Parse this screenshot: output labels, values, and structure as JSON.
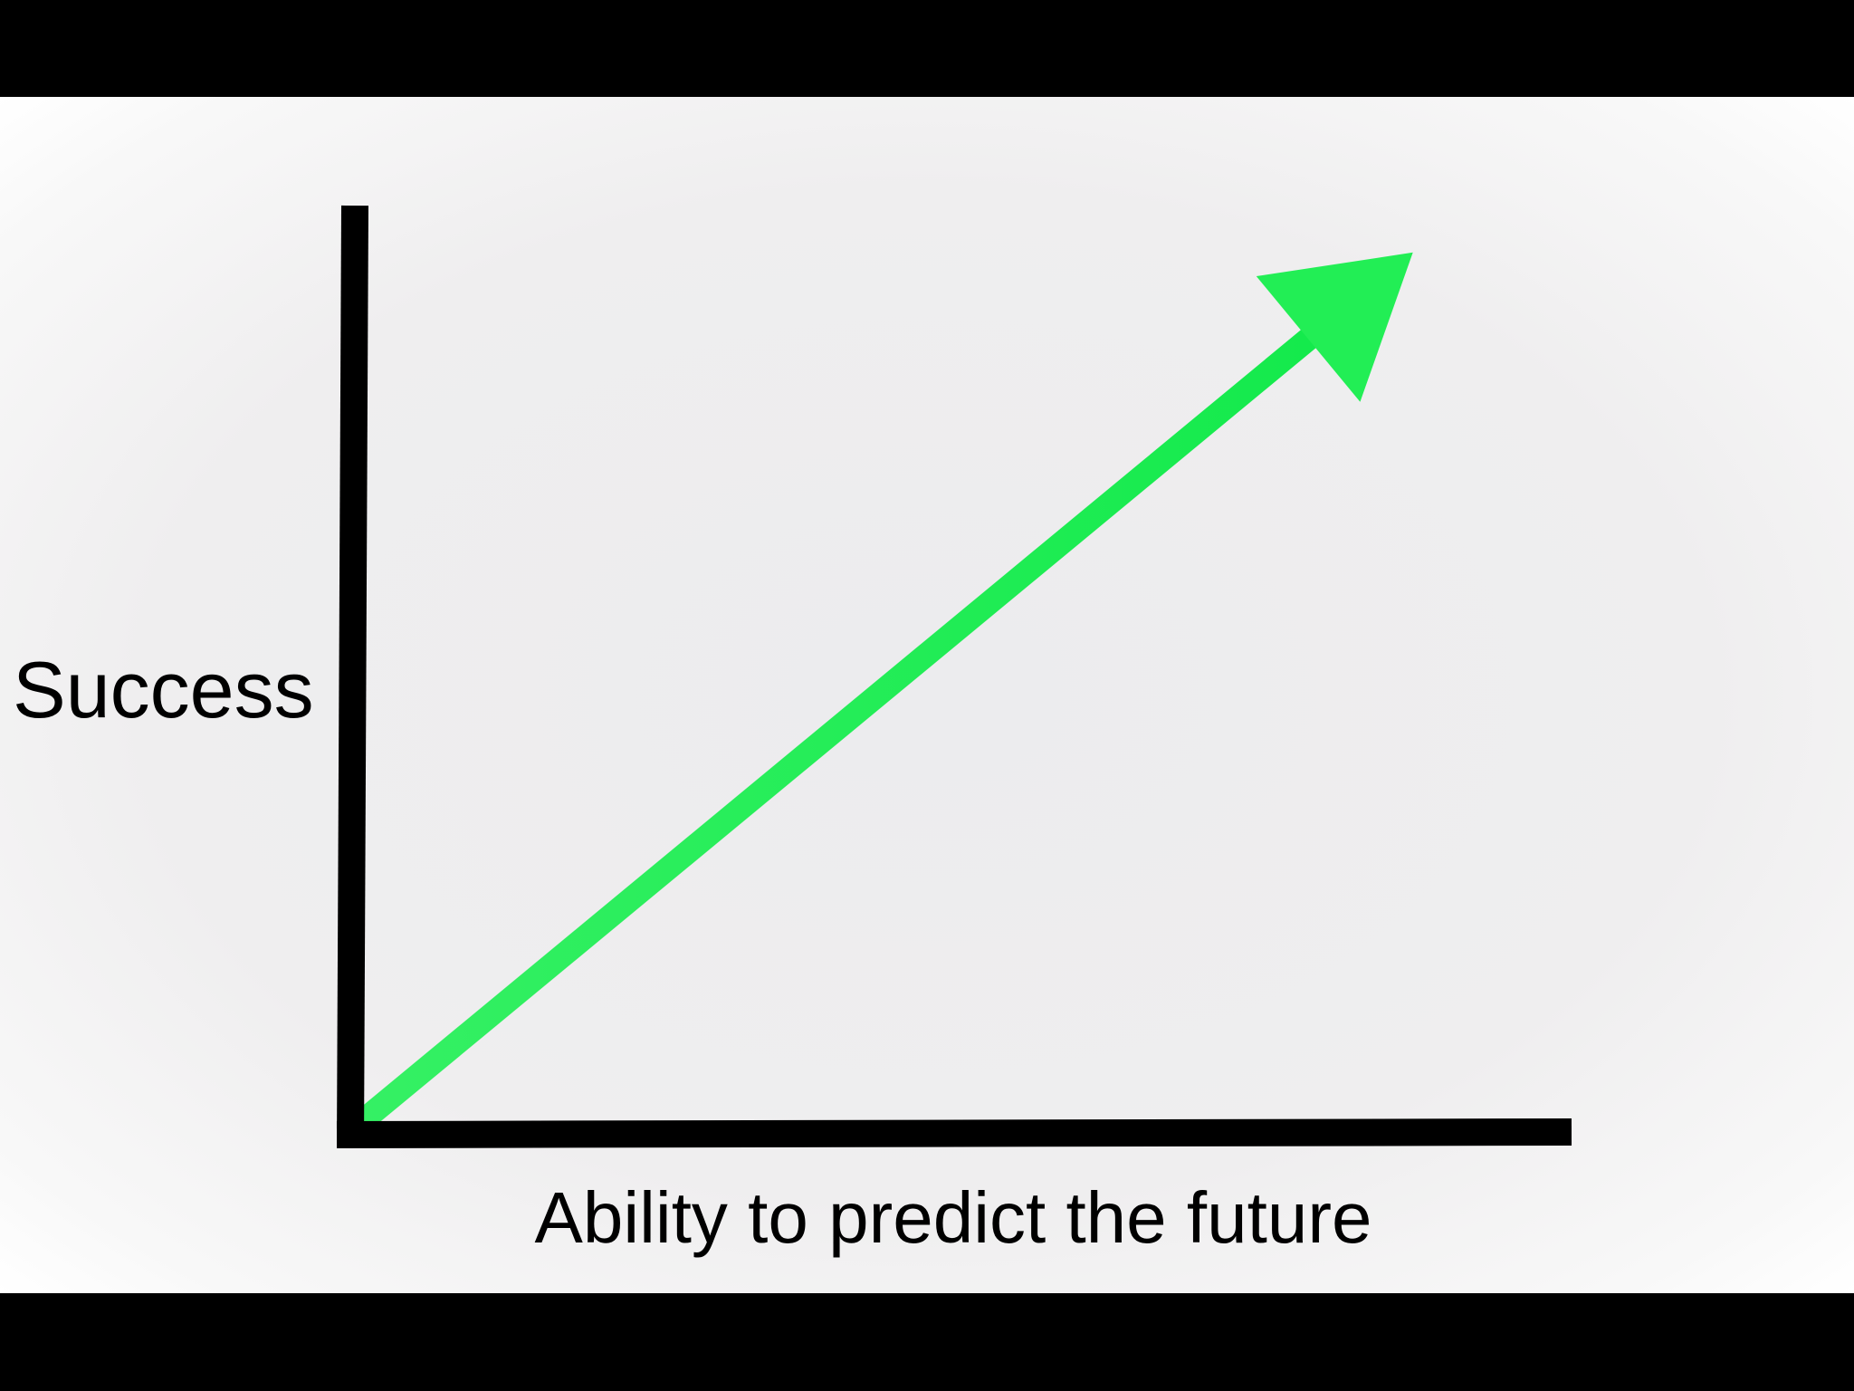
{
  "chart_data": {
    "type": "line",
    "title": "",
    "xlabel": "Ability to predict the future",
    "ylabel": "Success",
    "xlim": [
      0,
      1
    ],
    "ylim": [
      0,
      1
    ],
    "grid": false,
    "series": [
      {
        "x": [
          0,
          0.86
        ],
        "y": [
          0,
          0.9
        ],
        "color": "#22ee55",
        "arrowhead": true
      }
    ]
  },
  "colors": {
    "background": "#efeeef",
    "letterbox": "#000000",
    "axis": "#000000",
    "arrow": "#22ee55"
  }
}
